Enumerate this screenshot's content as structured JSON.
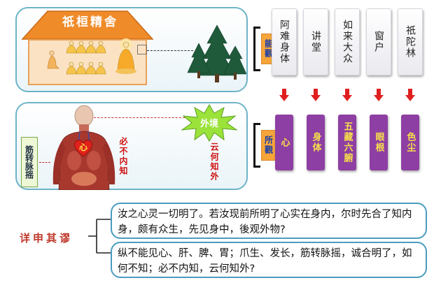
{
  "top_panel": {
    "house_sign": "祇桓精舍",
    "bracket_label": "能觀"
  },
  "bottom_panel": {
    "side_tag": "筋转脉摇",
    "heart_label": "心",
    "left_caption": "必不内知",
    "right_caption": "云何知外",
    "burst_label": "外境",
    "bracket_label": "所觀"
  },
  "top_items": [
    "阿难身体",
    "讲堂",
    "如来大众",
    "窗户",
    "祇陀林"
  ],
  "bottom_items": [
    "心",
    "身体",
    "五藏六腑",
    "眼根",
    "色尘"
  ],
  "side_title": "详申其谬",
  "quotes": [
    "汝之心灵一切明了。若汝现前所明了心实在身内，尔时先合了知内身，颇有众生，先见身中，後观外物?",
    "纵不能见心、肝、脾、胃；爪生、发长，筋转脉摇，诚合明了，如何不知；必不内知，云何知外?"
  ],
  "colors": {
    "panel_border": "#6db3c8",
    "roof": "#f08b2a",
    "purple": "#8e3fa3",
    "gold_text": "#f7e04a",
    "arrow_red": "#e02020",
    "title_red": "#c0392b"
  }
}
